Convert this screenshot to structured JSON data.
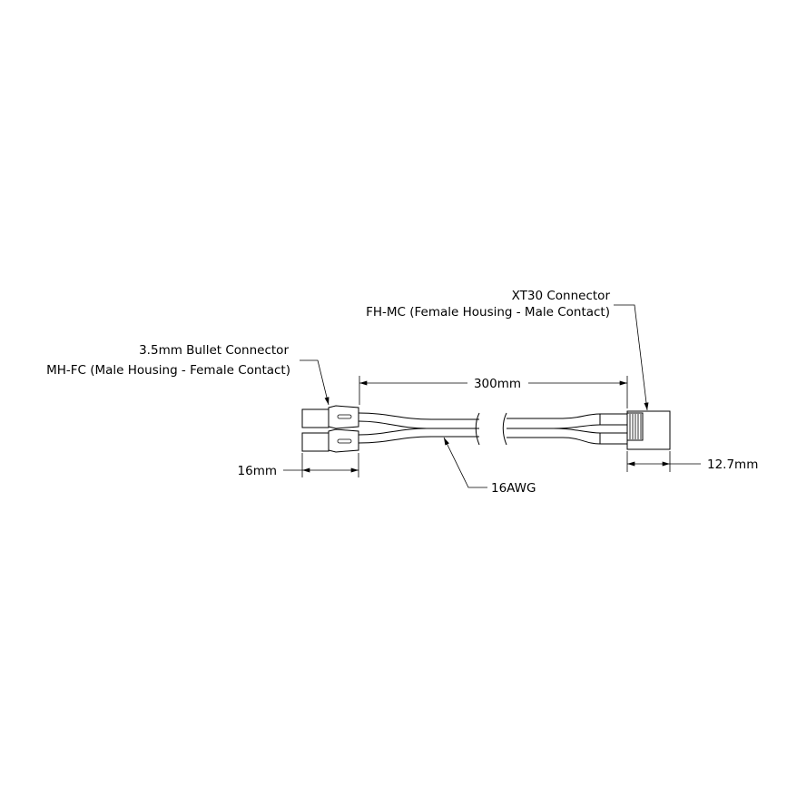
{
  "labels": {
    "bullet_connector_line1": "3.5mm Bullet Connector",
    "bullet_connector_line2": "MH-FC (Male Housing - Female Contact)",
    "xt30_connector_line1": "XT30 Connector",
    "xt30_connector_line2": "FH-MC (Female Housing - Male Contact)",
    "wire_gauge": "16AWG"
  },
  "dimensions": {
    "cable_length": "300mm",
    "bullet_length": "16mm",
    "xt30_width": "12.7mm"
  },
  "colors": {
    "line": "#000000",
    "background": "#ffffff"
  }
}
